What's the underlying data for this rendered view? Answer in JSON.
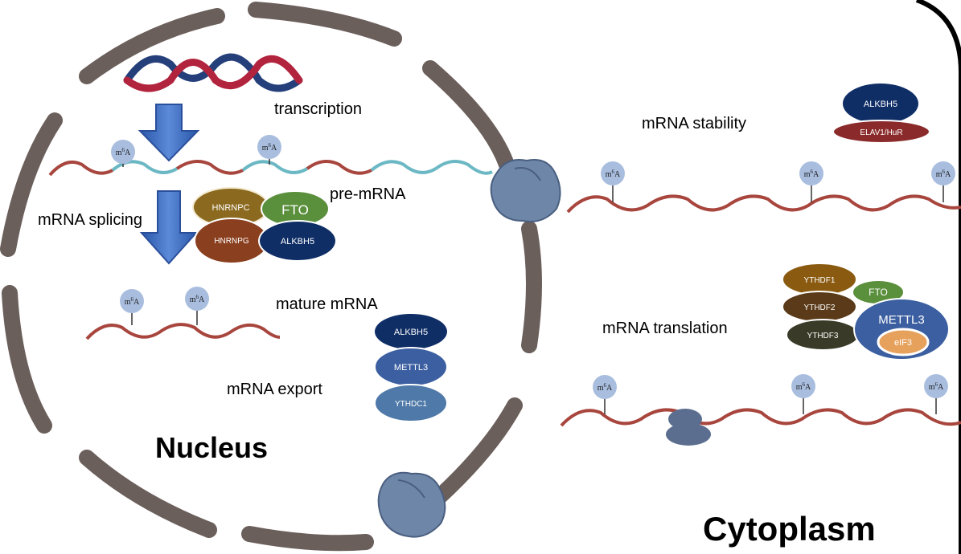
{
  "labels": {
    "transcription": "transcription",
    "pre_mrna": "pre-mRNA",
    "mrna_splicing": "mRNA splicing",
    "mature_mrna": "mature mRNA",
    "mrna_export": "mRNA export",
    "nucleus": "Nucleus",
    "mrna_stability": "mRNA stability",
    "mrna_translation": "mRNA translation",
    "cytoplasm": "Cytoplasm"
  },
  "m6a_label": "m6A",
  "m6a_base": "m",
  "m6a_sup": "6",
  "m6a_tail": "A",
  "proteins": {
    "splicing": {
      "hnrnpc": "HNRNPC",
      "fto": "FTO",
      "hnrnpg": "HNRNPG",
      "alkbh5": "ALKBH5"
    },
    "export": {
      "alkbh5": "ALKBH5",
      "mettl3": "METTL3",
      "ythdc1": "YTHDC1"
    },
    "stability": {
      "alkbh5": "ALKBH5",
      "elav1": "ELAV1/HuR"
    },
    "translation": {
      "ythdf1": "YTHDF1",
      "ythdf2": "YTHDF2",
      "ythdf3": "YTHDF3",
      "fto": "FTO",
      "mettl3": "METTL3",
      "eif3": "eIF3"
    }
  },
  "colors": {
    "membrane": "#6b5f5b",
    "rna_red": "#a8463e",
    "rna_teal": "#6bb8c4",
    "dna_red": "#b2243e",
    "dna_blue": "#243f7a",
    "arrow_blue": "#3f6fc4",
    "m6a_bubble": "#a9bedf",
    "pore": "#6e86a8",
    "hnrnpc": "#8b6a1f",
    "fto": "#5a8f3c",
    "hnrnpg": "#8a3f1f",
    "alkbh5": "#0f2e66",
    "mettl3": "#3b5fa0",
    "ythdc1": "#4f79a8",
    "elav1": "#8b2a2a",
    "ythdf1": "#8a5a10",
    "ythdf2": "#5a3a18",
    "ythdf3": "#3a3a28",
    "eif3": "#e6a15c"
  }
}
